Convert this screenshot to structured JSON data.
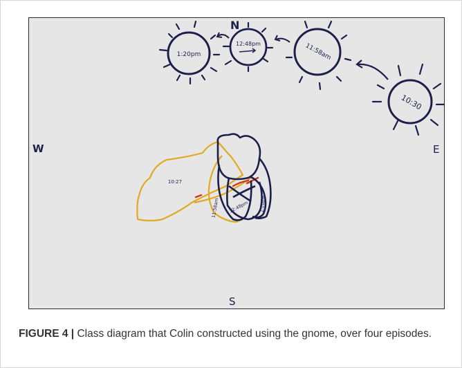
{
  "figure": {
    "background_color": "#e6e6e6",
    "ink_color": "#1c1f4a",
    "trace_colors": [
      "#e0a823",
      "#cc3b17"
    ],
    "compass": {
      "north": "N",
      "east": "E",
      "south": "S",
      "west": "W"
    },
    "suns": [
      {
        "time": "1:20pm"
      },
      {
        "time": "12:48pm"
      },
      {
        "time": "11:58am"
      },
      {
        "time": "10:30"
      }
    ],
    "shadow_labels": [
      "10:27",
      "11:58am",
      "12:48pm",
      "1:20pm"
    ]
  },
  "caption": {
    "label": "FIGURE 4",
    "separator": "|",
    "text": " Class diagram that Colin constructed using the gnome, over four episodes."
  }
}
